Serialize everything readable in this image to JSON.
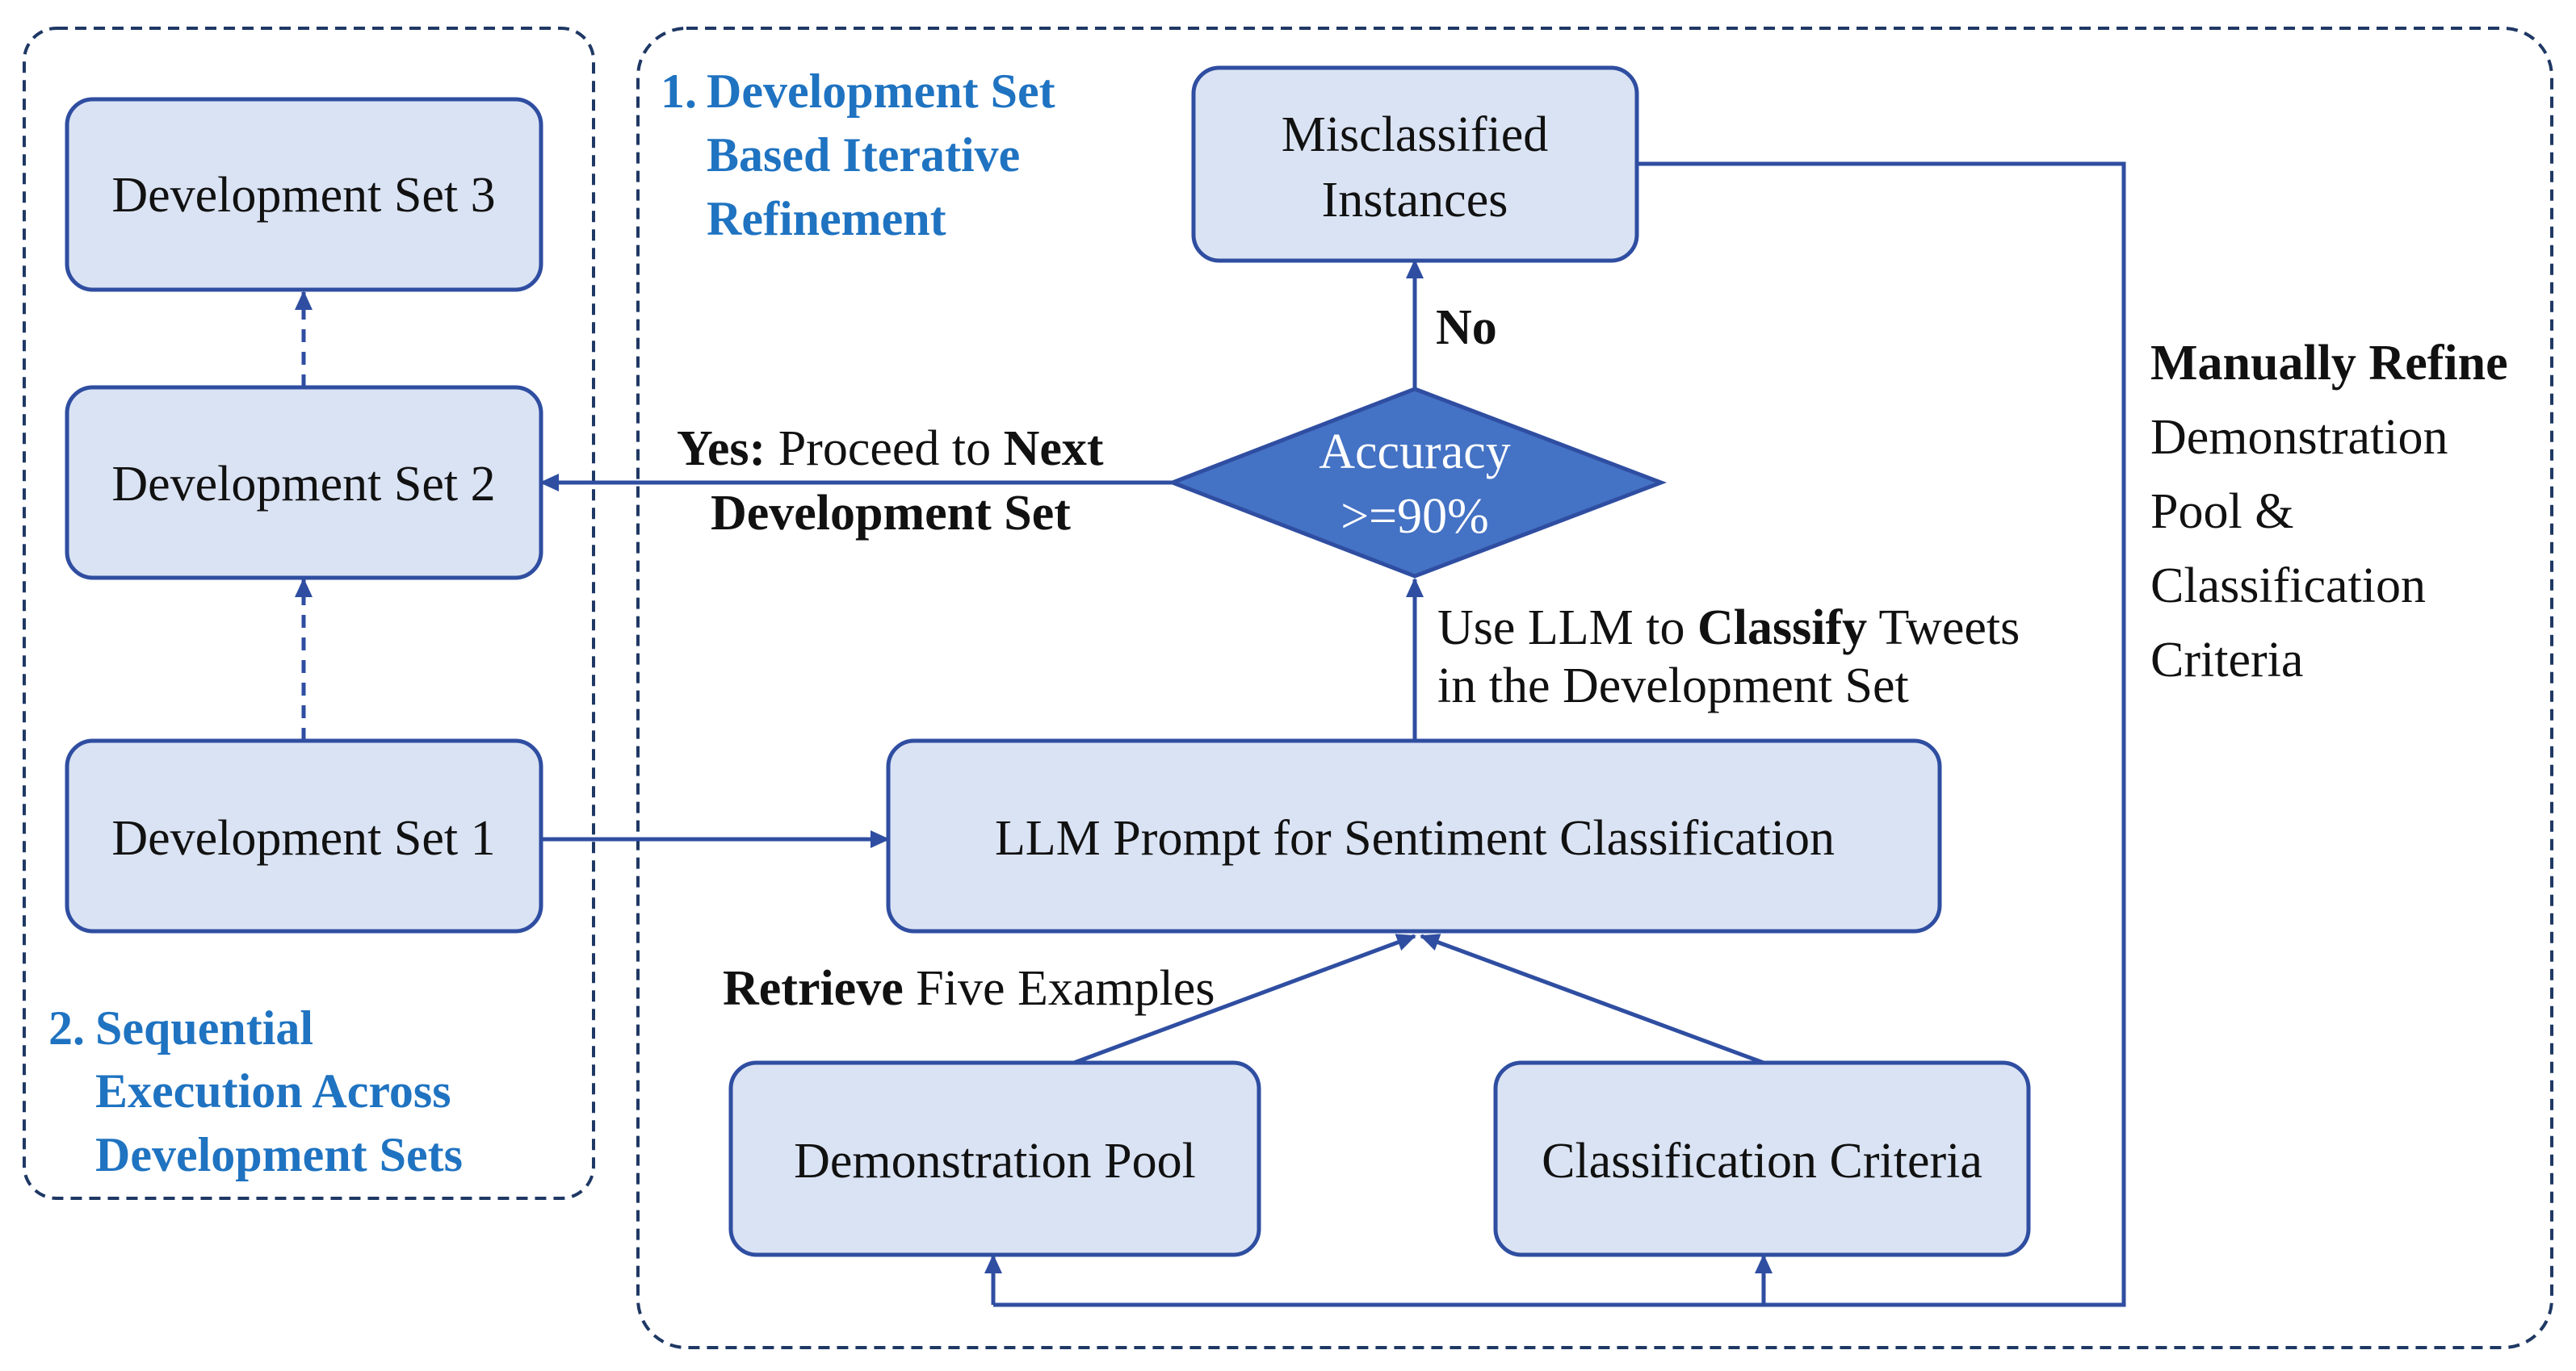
{
  "sections": {
    "left": {
      "number": "2.",
      "title_lines": [
        "Sequential",
        "Execution Across",
        "Development Sets"
      ]
    },
    "right": {
      "number": "1.",
      "title_lines": [
        "Development Set",
        "Based Iterative",
        "Refinement"
      ]
    }
  },
  "nodes": {
    "dev_set_3": "Development Set 3",
    "dev_set_2": "Development Set 2",
    "dev_set_1": "Development Set 1",
    "misclassified": [
      "Misclassified",
      "Instances"
    ],
    "accuracy": [
      "Accuracy",
      ">=90%"
    ],
    "llm_prompt": "LLM Prompt for Sentiment Classification",
    "demo_pool": "Demonstration Pool",
    "criteria": "Classification Criteria"
  },
  "labels": {
    "no": "No",
    "yes_bold": "Yes:",
    "yes_rest": " Proceed to ",
    "yes_next_bold": "Next",
    "yes_line2_bold": "Development Set",
    "classify_pre": "Use LLM to ",
    "classify_bold": "Classify",
    "classify_post": " Tweets",
    "classify_line2": "in the Development Set",
    "retrieve_bold": "Retrieve",
    "retrieve_rest": " Five Examples",
    "refine_bold": "Manually Refine",
    "refine_lines": [
      "Demonstration",
      "Pool &",
      "Classification",
      "Criteria"
    ]
  }
}
